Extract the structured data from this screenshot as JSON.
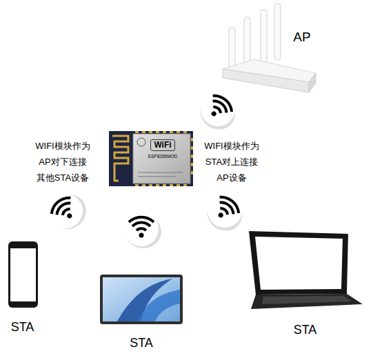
{
  "diagram": {
    "nodes": [
      {
        "text": [
          "AP"
        ]
      },
      {
        "text": [
          "WiFi",
          "ESP8266MOD"
        ]
      },
      {
        "text": [
          "STA"
        ]
      },
      {
        "text": [
          "STA"
        ]
      },
      {
        "text": [
          "STA"
        ]
      }
    ],
    "labels": [
      "WIFI模块作为 AP对下连接 其他STA设备",
      "WIFI模块作为 STA对上连接 AP设备"
    ]
  }
}
